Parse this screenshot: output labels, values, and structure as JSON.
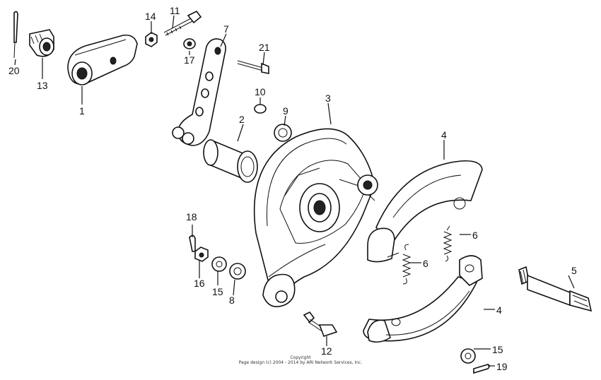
{
  "callouts": [
    {
      "id": "c1",
      "text": "1"
    },
    {
      "id": "c2",
      "text": "2"
    },
    {
      "id": "c3",
      "text": "3"
    },
    {
      "id": "c4a",
      "text": "4"
    },
    {
      "id": "c4b",
      "text": "4"
    },
    {
      "id": "c5",
      "text": "5"
    },
    {
      "id": "c6a",
      "text": "6"
    },
    {
      "id": "c6b",
      "text": "6"
    },
    {
      "id": "c7",
      "text": "7"
    },
    {
      "id": "c8",
      "text": "8"
    },
    {
      "id": "c9",
      "text": "9"
    },
    {
      "id": "c10",
      "text": "10"
    },
    {
      "id": "c11",
      "text": "11"
    },
    {
      "id": "c12",
      "text": "12"
    },
    {
      "id": "c13",
      "text": "13"
    },
    {
      "id": "c14",
      "text": "14"
    },
    {
      "id": "c15a",
      "text": "15"
    },
    {
      "id": "c15b",
      "text": "15"
    },
    {
      "id": "c16",
      "text": "16"
    },
    {
      "id": "c17",
      "text": "17"
    },
    {
      "id": "c18",
      "text": "18"
    },
    {
      "id": "c19",
      "text": "19"
    },
    {
      "id": "c20",
      "text": "20"
    },
    {
      "id": "c21",
      "text": "21"
    }
  ],
  "copyright": {
    "line1": "Copyright",
    "line2": "Page design (c) 2004 - 2014 by ARI Network Services, Inc."
  }
}
